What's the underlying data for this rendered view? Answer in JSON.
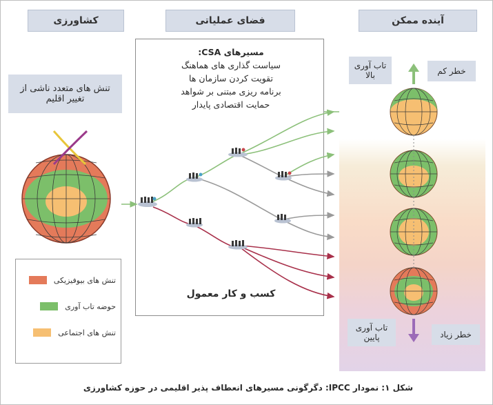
{
  "headers": {
    "left": "کشاورزی",
    "middle": "فضای عملیاتی",
    "right": "آینده ممکن"
  },
  "left_stress_box": "تنش های متعدد ناشی از تغییر اقلیم",
  "csa_text": [
    "مسیرهای CSA:",
    "سیاست گذاری های هماهنگ",
    "تقویت کردن سازمان ها",
    "برنامه ریزی مبتنی بر شواهد",
    "حمایت اقتصادی پایدار"
  ],
  "business_as_usual": "کسب و کار معمول",
  "future": {
    "high_resilience": "تاب آوری بالا",
    "low_risk": "خطر کم",
    "low_resilience": "تاب آوری پایین",
    "high_risk": "خطر زیاد"
  },
  "legend": [
    {
      "label": "تنش های بیوفیزیکی",
      "color": "#e47a5a"
    },
    {
      "label": "حوضه تاب آوری",
      "color": "#7cbf6a"
    },
    {
      "label": "تنش های اجتماعی",
      "color": "#f6bf72"
    }
  ],
  "caption": "شکل ۱: نمودار IPCC: دگرگونی مسیرهای انعطاف پذیر اقلیمی در حوزه کشاورزی",
  "colors": {
    "header_bg": "#d7dde8",
    "green_arrow": "#8cc07a",
    "grey_arrow": "#9a9a9a",
    "red_arrow": "#a8304a",
    "purple_arrow": "#9b6bb8"
  }
}
